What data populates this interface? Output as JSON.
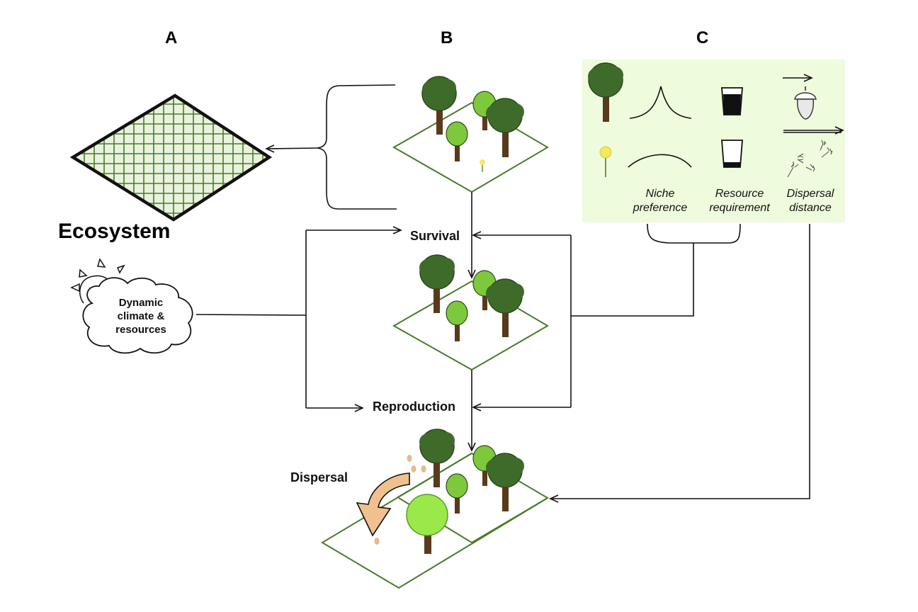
{
  "panels": {
    "a": "A",
    "b": "B",
    "c": "C"
  },
  "ecosystem": {
    "title": "Ecosystem"
  },
  "climate": {
    "line1": "Dynamic",
    "line2": "climate &",
    "line3": "resources"
  },
  "steps": {
    "survival": "Survival",
    "reproduction": "Reproduction",
    "dispersal": "Dispersal"
  },
  "traits": {
    "niche": {
      "line1": "Niche",
      "line2": "preference"
    },
    "resource": {
      "line1": "Resource",
      "line2": "requirement"
    },
    "dispersal": {
      "line1": "Dispersal",
      "line2": "distance"
    }
  },
  "colors": {
    "panel_c_background": "#eefbdc",
    "grass_line": "#4a7a2a",
    "foliage_dark": "#3f6b2a",
    "foliage_light": "#7ec83c",
    "foliage_bright": "#9be84a",
    "trunk": "#5a3a1c",
    "seed": "#e8b98a",
    "dispersal_arrow": "#f0c08f"
  },
  "icons": [
    "tree-icon",
    "flower-icon",
    "niche-curve-icon",
    "water-glass-icon",
    "acorn-icon",
    "dandelion-seeds-icon",
    "sun-icon",
    "cloud-icon"
  ]
}
